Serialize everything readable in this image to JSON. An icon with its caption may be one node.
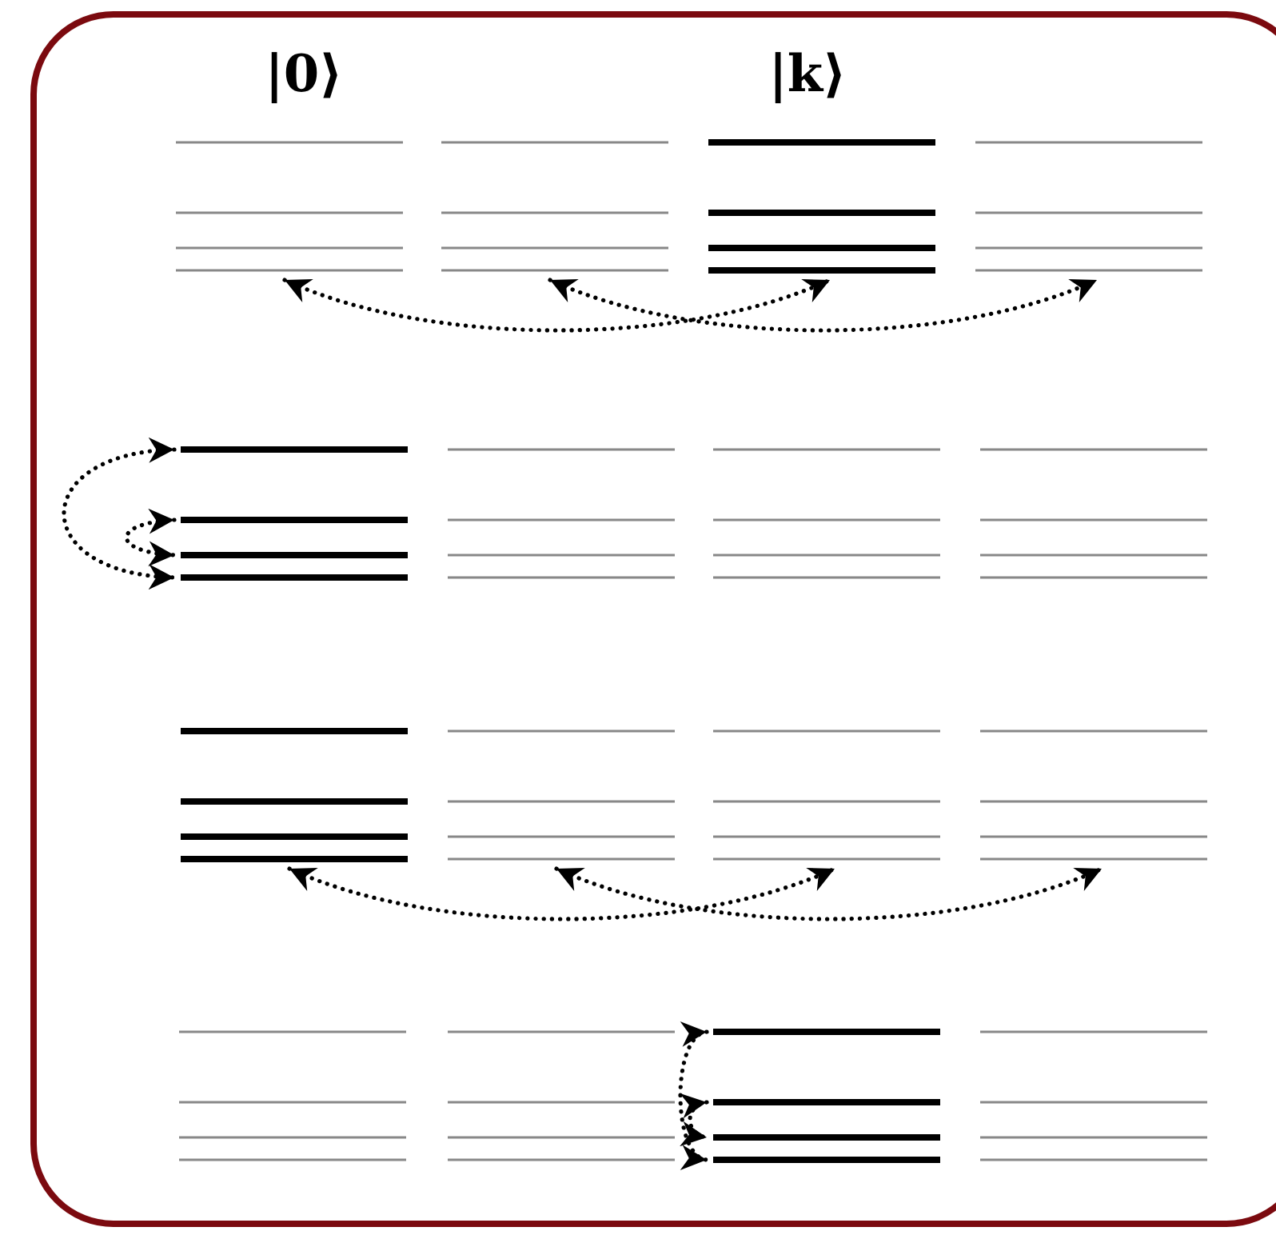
{
  "diagram": {
    "nodes": [
      {
        "text": [],
        "shape": "bar"
      },
      {
        "text": [],
        "shape": "bar"
      },
      {
        "text": [],
        "shape": "bar"
      },
      {
        "text": [],
        "shape": "bar"
      },
      {
        "text": [],
        "shape": "bar"
      },
      {
        "text": [],
        "shape": "bar",
        "in": 4
      },
      {
        "text": [],
        "shape": "bar",
        "in": 4
      },
      {
        "text": [],
        "shape": "bar",
        "in": 4
      },
      {
        "text": [],
        "shape": "bar",
        "in": 4
      },
      {
        "text": [],
        "shape": "bar"
      },
      {
        "text": [],
        "shape": "bar"
      },
      {
        "text": [],
        "shape": "bar"
      },
      {
        "text": [],
        "shape": "bar"
      },
      {
        "text": [],
        "shape": "bar"
      },
      {
        "text": [],
        "shape": "bar"
      },
      {
        "text": [],
        "shape": "bar"
      },
      {
        "text": [],
        "shape": "bar"
      },
      {
        "text": [],
        "shape": "bar"
      },
      {
        "text": [],
        "shape": "bar"
      },
      {
        "text": [],
        "shape": "bar",
        "in": 18
      },
      {
        "text": [],
        "shape": "bar",
        "in": 18
      },
      {
        "text": [],
        "shape": "bar",
        "in": 18
      },
      {
        "text": [],
        "shape": "bar",
        "in": 18
      },
      {
        "text": [],
        "shape": "bar"
      }
    ],
    "edges": [
      {
        "from": 0,
        "to": 2,
        "arrow": "both",
        "style": "dashed"
      },
      {
        "from": 1,
        "to": 3,
        "arrow": "both",
        "style": "dashed"
      },
      {
        "from": 5,
        "to": 8,
        "arrow": "both",
        "style": "dashed"
      },
      {
        "from": 6,
        "to": 7,
        "arrow": "both",
        "style": "dashed"
      },
      {
        "from": 12,
        "to": 14,
        "arrow": "both",
        "style": "dashed"
      },
      {
        "from": 13,
        "to": 15,
        "arrow": "both",
        "style": "dashed"
      },
      {
        "from": 19,
        "to": 22,
        "arrow": "both",
        "style": "dashed"
      },
      {
        "from": 20,
        "to": 21,
        "arrow": "both",
        "style": "dashed"
      }
    ],
    "labels": [
      "|0⟩",
      "|k⟩"
    ]
  }
}
